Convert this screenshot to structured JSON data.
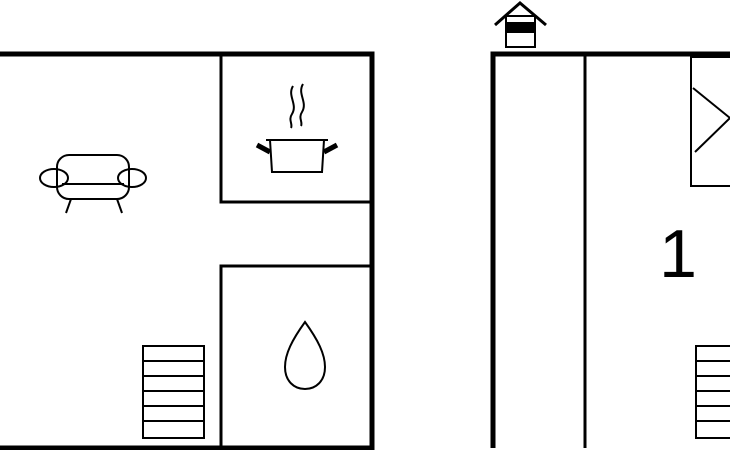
{
  "floorplan": {
    "left_floor": {
      "rooms": [
        {
          "name": "living-room",
          "icon": "sofa-icon"
        },
        {
          "name": "kitchen",
          "icon": "cooking-pot-icon"
        },
        {
          "name": "bathroom",
          "icon": "water-drop-icon"
        }
      ],
      "stairs_icon": "stairs-icon"
    },
    "right_floor": {
      "bedroom_number": "1",
      "bed_icon": "bed-icon",
      "stairs_icon": "stairs-icon",
      "house_icon": "house-icon"
    }
  },
  "colors": {
    "wall": "#000000",
    "water_drop_fill": "#aaeef0",
    "steam": "#888888"
  }
}
